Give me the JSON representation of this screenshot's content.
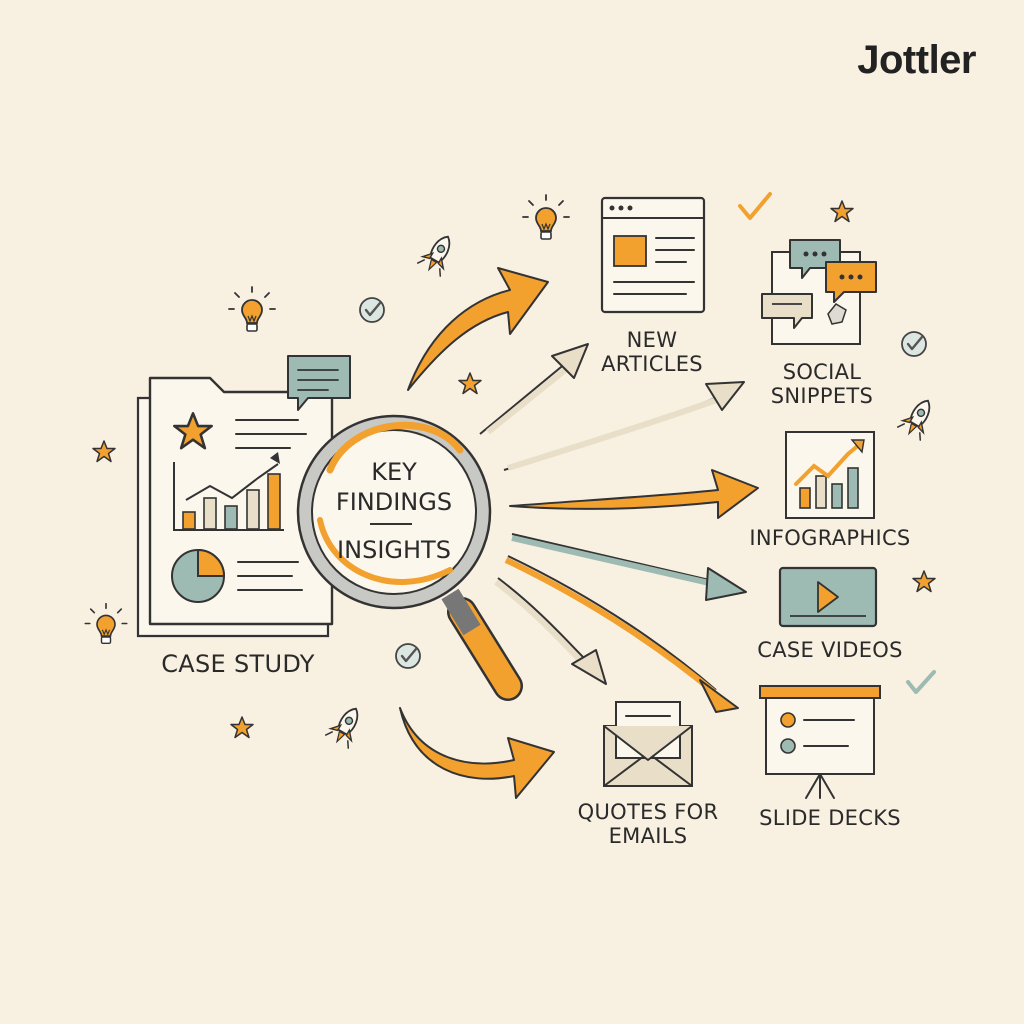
{
  "brand": {
    "name": "Jottler"
  },
  "source": {
    "label": "CASE STUDY"
  },
  "lens": {
    "line1": "KEY",
    "line2": "FINDINGS",
    "line3": "INSIGHTS"
  },
  "outputs": [
    {
      "id": "new-articles",
      "line1": "NEW",
      "line2": "ARTICLES",
      "icon": "webpage-icon"
    },
    {
      "id": "social-snippets",
      "line1": "SOCIAL",
      "line2": "SNIPPETS",
      "icon": "chat-bubbles-icon"
    },
    {
      "id": "infographics",
      "line1": "INFOGRAPHICS",
      "line2": "",
      "icon": "bar-chart-icon"
    },
    {
      "id": "case-videos",
      "line1": "CASE VIDEOS",
      "line2": "",
      "icon": "video-player-icon"
    },
    {
      "id": "slide-decks",
      "line1": "SLIDE DECKS",
      "line2": "",
      "icon": "presentation-board-icon"
    },
    {
      "id": "quotes-for-emails",
      "line1": "QUOTES FOR",
      "line2": "EMAILS",
      "icon": "envelope-icon"
    }
  ],
  "colors": {
    "background": "#f8f0e1",
    "accent_orange": "#f2a02e",
    "sage": "#9dbab3",
    "ink": "#333333",
    "paper": "#fbf7ec"
  }
}
